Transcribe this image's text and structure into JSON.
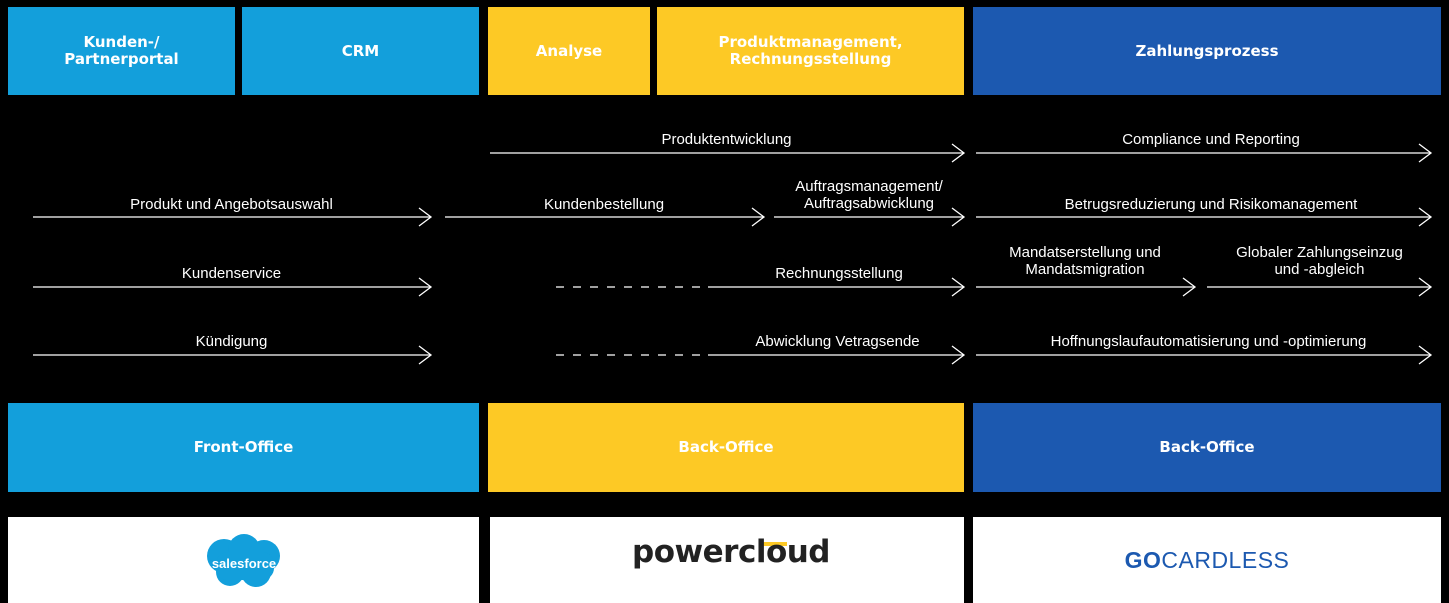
{
  "top_boxes": [
    {
      "label": "Kunden-/\nPartnerportal"
    },
    {
      "label": "CRM"
    },
    {
      "label": "Analyse"
    },
    {
      "label": "Produktmanagement,\nRechnungsstellung"
    },
    {
      "label": "Zahlungsprozess"
    }
  ],
  "flows": {
    "produktentwicklung": "Produktentwicklung",
    "compliance": "Compliance und Reporting",
    "produktauswahl": "Produkt und Angebotsauswahl",
    "kundenbestellung": "Kundenbestellung",
    "auftragsmanagement": "Auftragsmanagement/\nAuftragsabwicklung",
    "betrug": "Betrugsreduzierung und Risikomanagement",
    "kundenservice": "Kundenservice",
    "rechnungsstellung": "Rechnungsstellung",
    "mandat": "Mandatserstellung und\nMandatsmigration",
    "zahlungseinzug": "Globaler Zahlungseinzug\nund -abgleich",
    "kuendigung": "Kündigung",
    "vertragsende": "Abwicklung Vetragsende",
    "hoffnungslauf": "Hoffnungslaufautomatisierung und -optimierung"
  },
  "offices": {
    "front": "Front-Office",
    "back1": "Back-Office",
    "back2": "Back-Office"
  },
  "logos": {
    "salesforce": "salesforce",
    "powercloud": "powercloud",
    "gocardless_go": "GO",
    "gocardless_rest": "CARDLESS"
  },
  "colors": {
    "cyan": "#139FDB",
    "yellow": "#FDC925",
    "blue": "#1C59B0",
    "background": "#000000"
  }
}
